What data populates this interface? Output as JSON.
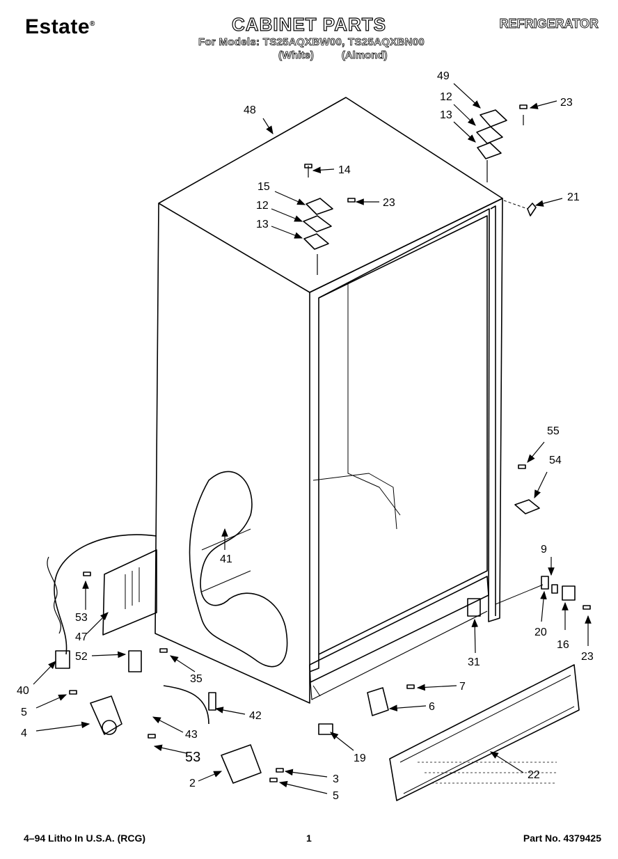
{
  "header": {
    "brand": "Estate",
    "brand_mark": "®",
    "title": "CABINET PARTS",
    "appliance": "REFRIGERATOR",
    "models_line": "For Models: TS25AQXBW00, TS25AQXBN00",
    "color_white": "(White)",
    "color_almond": "(Almond)"
  },
  "callouts": {
    "c48": "48",
    "c49": "49",
    "c12a": "12",
    "c13a": "13",
    "c23a": "23",
    "c14": "14",
    "c15": "15",
    "c12b": "12",
    "c13b": "13",
    "c23b": "23",
    "c21": "21",
    "c55": "55",
    "c54": "54",
    "c41": "41",
    "c9": "9",
    "c20": "20",
    "c16": "16",
    "c23c": "23",
    "c53a": "53",
    "c47": "47",
    "c52": "52",
    "c35": "35",
    "c40": "40",
    "c31": "31",
    "c7": "7",
    "c6": "6",
    "c5a": "5",
    "c4": "4",
    "c42": "42",
    "c43": "43",
    "c53b": "53",
    "c19": "19",
    "c22": "22",
    "c3": "3",
    "c2": "2",
    "c5b": "5"
  },
  "footer": {
    "litho": "4–94 Litho In U.S.A. (RCG)",
    "page": "1",
    "part_no": "Part No. 4379425"
  }
}
